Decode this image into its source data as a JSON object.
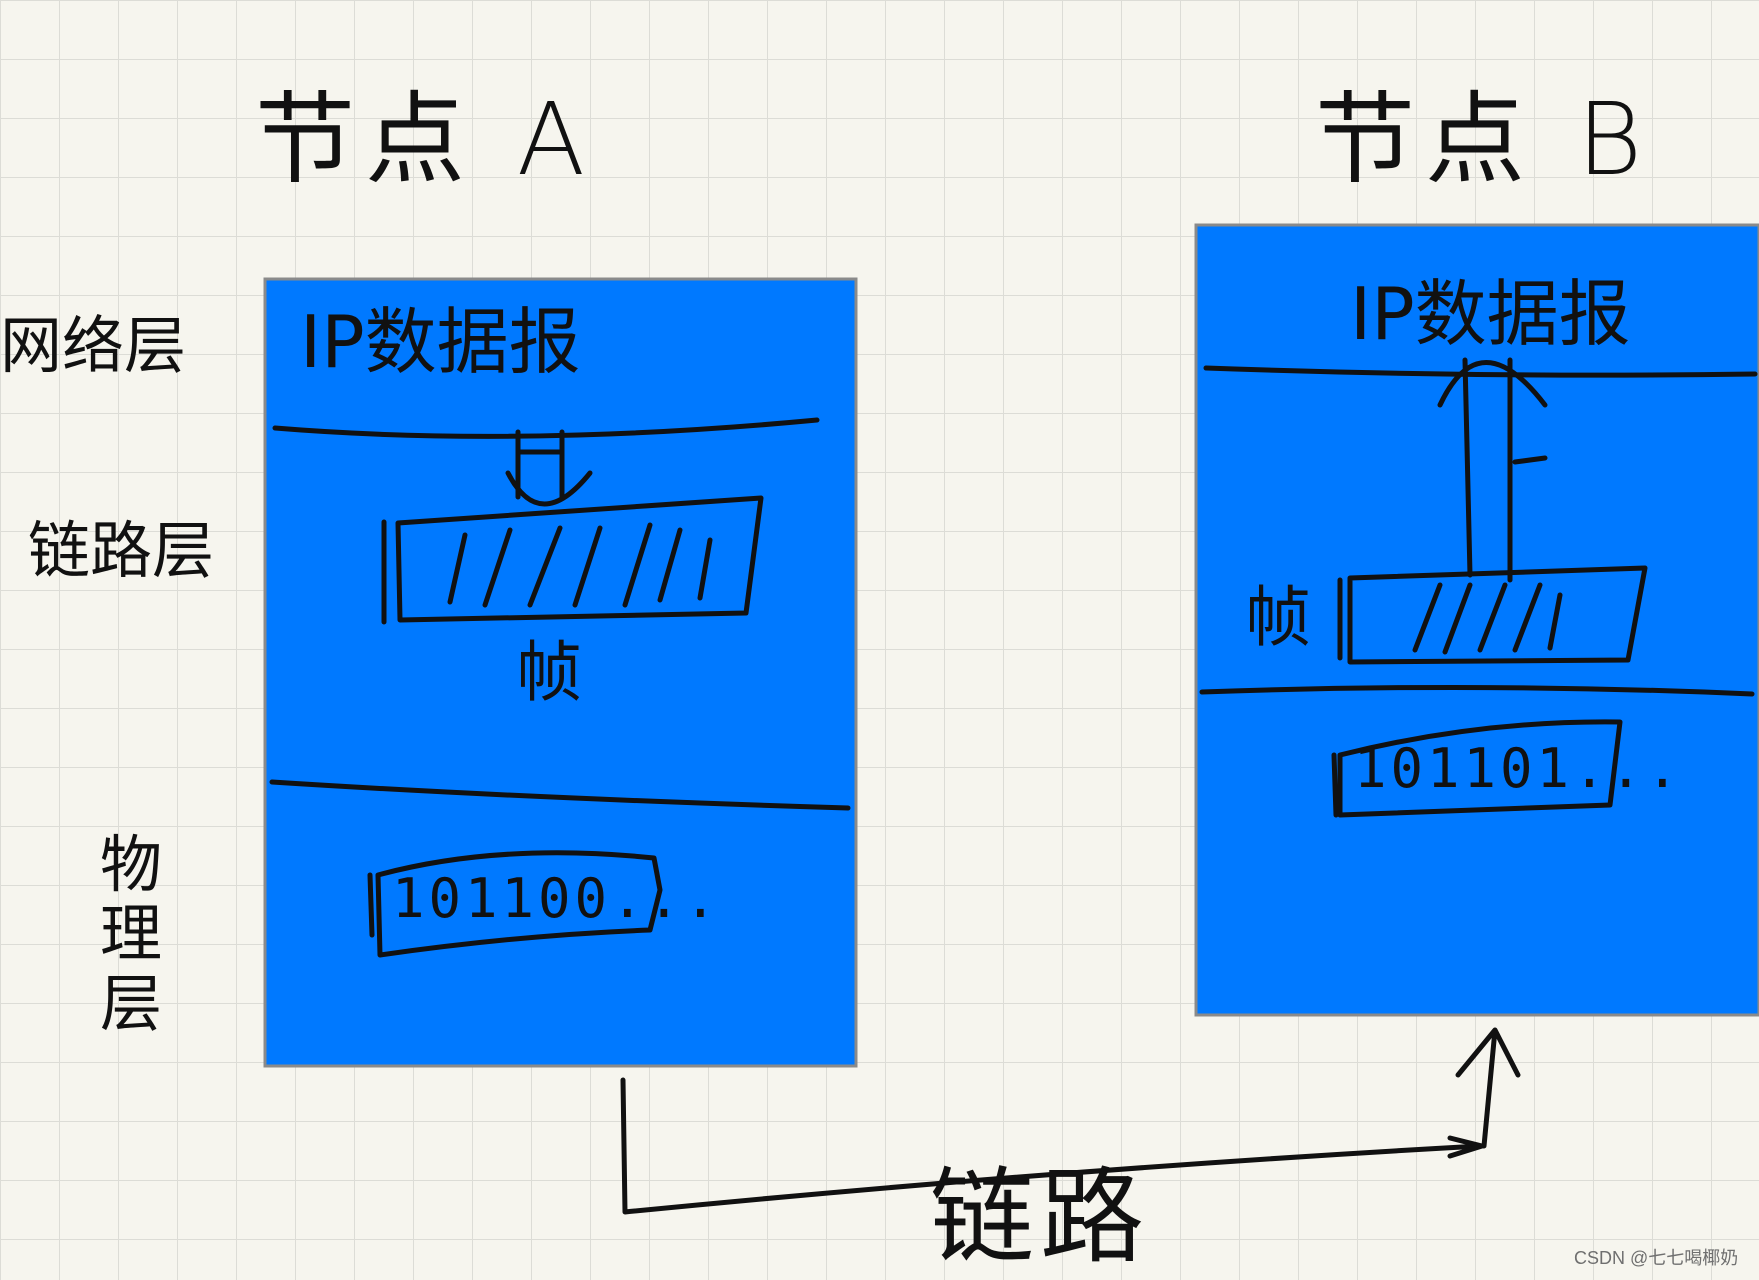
{
  "nodes": {
    "a": {
      "title": "节点 A",
      "datagram": "IP数据报",
      "frame": "帧",
      "bits": "101100..."
    },
    "b": {
      "title": "节点 B",
      "datagram": "IP数据报",
      "frame": "帧",
      "bits": "101101..."
    }
  },
  "layers": {
    "network": "网络层",
    "link": "链路层",
    "physical": "物理层"
  },
  "link_label": "链路",
  "watermark": "CSDN @七七喝椰奶",
  "colors": {
    "box_fill": "#0079ff",
    "box_border": "#8a8a8a",
    "ink": "#111111",
    "paper": "#f6f5ee",
    "grid": "#dcdcd6"
  }
}
